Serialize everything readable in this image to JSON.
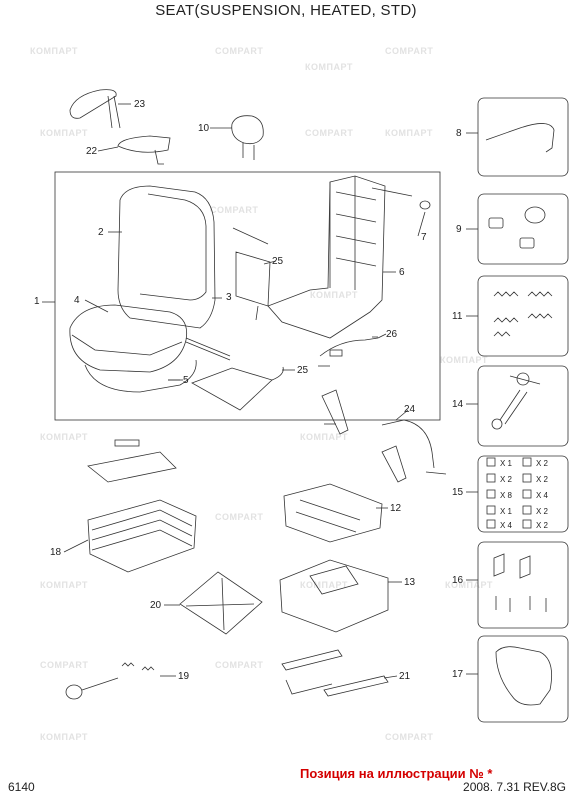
{
  "title": "SEAT(SUSPENSION, HEATED, STD)",
  "page_number": "6140",
  "footer_note": "Позиция на иллюстрации № *",
  "revision": "2008. 7.31 REV.8G",
  "watermark": "КОМПАРТ",
  "watermark_alt": "COMPART",
  "part_labels": [
    "1",
    "2",
    "3",
    "4",
    "5",
    "6",
    "7",
    "8",
    "9",
    "10",
    "11",
    "12",
    "13",
    "14",
    "15",
    "16",
    "17",
    "18",
    "19",
    "20",
    "21",
    "22",
    "23",
    "24",
    "25",
    "25",
    "26"
  ],
  "kit15_quantities": [
    "X 1",
    "X 2",
    "X 2",
    "X 2",
    "X 8",
    "X 4",
    "X 1",
    "X 2",
    "X 4",
    "X 2"
  ],
  "colors": {
    "note_red": "#d40000",
    "line": "#333333",
    "watermark": "#e2e2e2"
  }
}
